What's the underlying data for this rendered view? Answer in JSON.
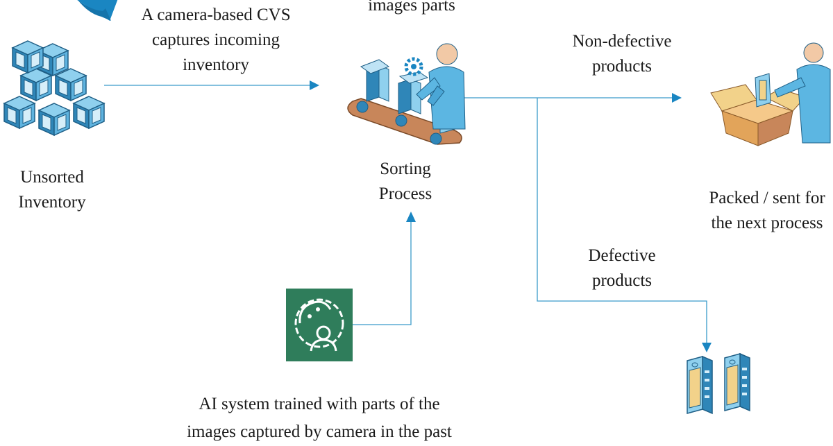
{
  "diagram": {
    "colors": {
      "line": "#3a9bc9",
      "arrow": "#1a86c2",
      "box_blue": "#4aa6d6",
      "box_dark": "#1f5f86",
      "box_light": "#bfe3f5",
      "person": "#5cb6e2",
      "skin": "#f2c9a6",
      "belt": "#c8865a",
      "ai_tile": "#2f7d5b",
      "package": "#e2a45a",
      "panel": "#f2d28a"
    },
    "camera_note": {
      "line1": "A camera-based CVS",
      "line2": "captures incoming",
      "line3": "inventory"
    },
    "top_partial": {
      "text": "images parts"
    },
    "unsorted": {
      "line1": "Unsorted",
      "line2": "Inventory"
    },
    "sorting": {
      "line1": "Sorting",
      "line2": "Process"
    },
    "nondefective": {
      "line1": "Non-defective",
      "line2": "products"
    },
    "packed": {
      "line1": "Packed / sent for",
      "line2": "the next process"
    },
    "defective": {
      "line1": "Defective",
      "line2": "products"
    },
    "ai": {
      "line1": "AI system trained with parts of the",
      "line2": "images captured by camera in the past"
    },
    "icons": {
      "camera": "camera-icon",
      "inventory": "stacked-boxes-icon",
      "sorting": "conveyor-worker-icon",
      "packing": "packing-worker-icon",
      "ai": "ai-brain-icon",
      "defective_bin": "defective-cabinets-icon"
    }
  }
}
